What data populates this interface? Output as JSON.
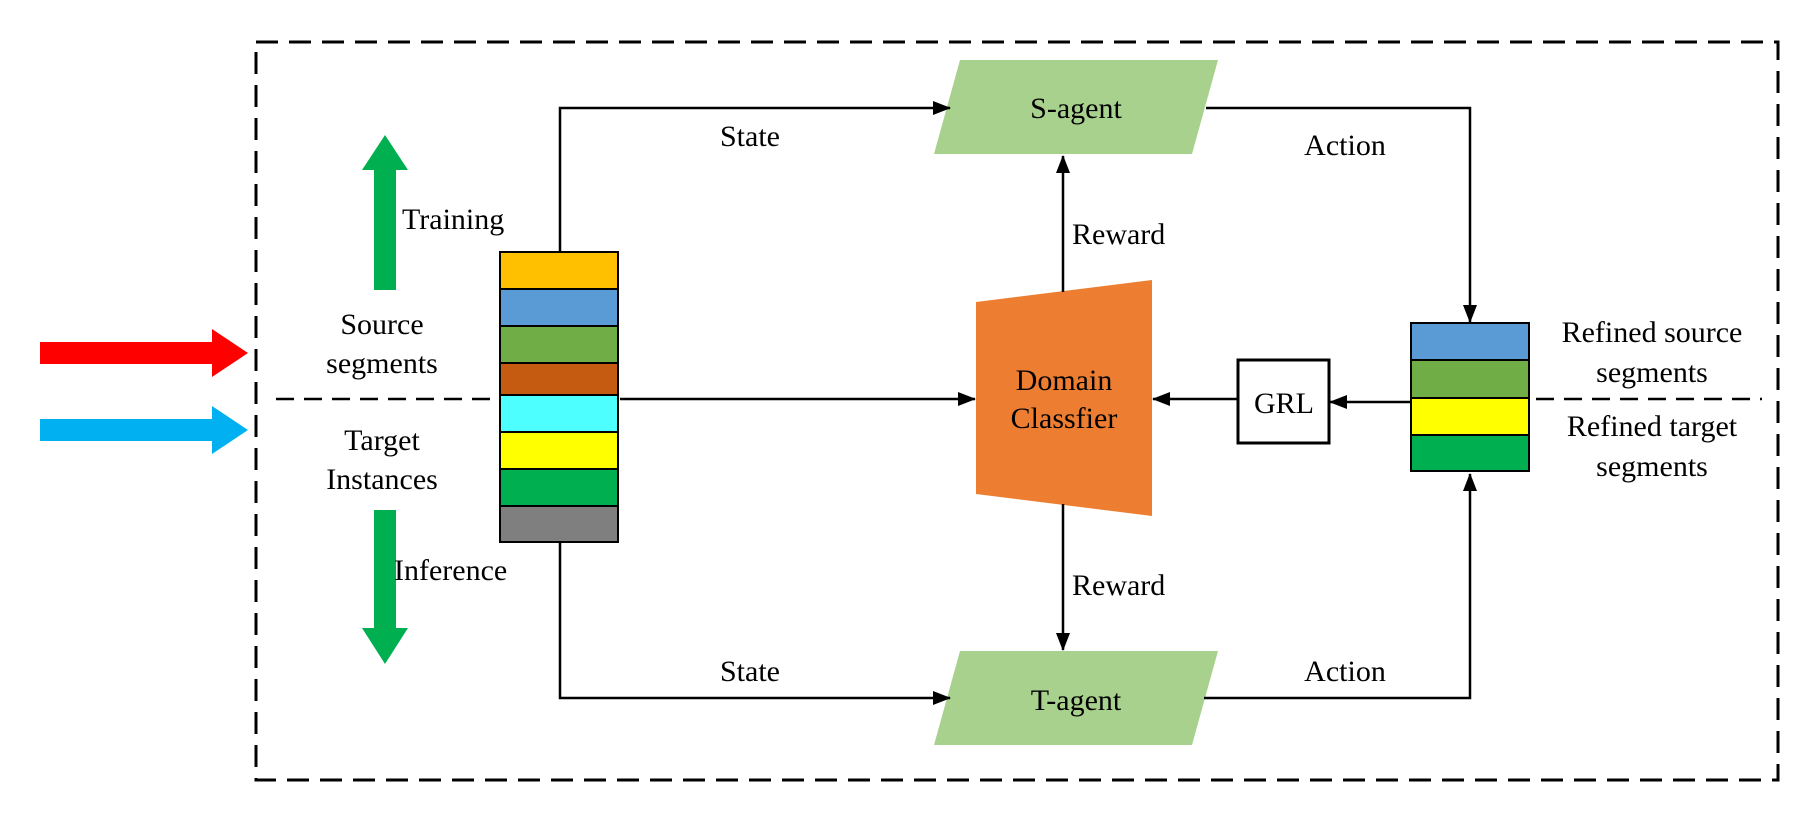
{
  "labels": {
    "training": "Training",
    "inference": "Inference",
    "source_segments_line1": "Source",
    "source_segments_line2": "segments",
    "target_instances_line1": "Target",
    "target_instances_line2": "Instances",
    "state_top": "State",
    "state_bottom": "State",
    "action_top": "Action",
    "action_bottom": "Action",
    "reward_top": "Reward",
    "reward_bottom": "Reward",
    "refined_source_line1": "Refined source",
    "refined_source_line2": "segments",
    "refined_target_line1": "Refined target",
    "refined_target_line2": "segments"
  },
  "nodes": {
    "s_agent": "S-agent",
    "t_agent": "T-agent",
    "domain_classifier_line1": "Domain",
    "domain_classifier_line2": "Classfier",
    "grl": "GRL"
  },
  "colors": {
    "source_arrow": "#ff0000",
    "target_arrow": "#00b0f0",
    "training_arrow": "#00b050",
    "agent_fill": "#a9d18e",
    "classifier_fill": "#ed7d31",
    "left_stack": [
      "#ffc000",
      "#5b9bd5",
      "#70ad47",
      "#c55a11",
      "#4dffff",
      "#ffff00",
      "#00b050",
      "#7f7f7f"
    ],
    "right_stack": [
      "#5b9bd5",
      "#70ad47",
      "#ffff00",
      "#00b050"
    ]
  }
}
